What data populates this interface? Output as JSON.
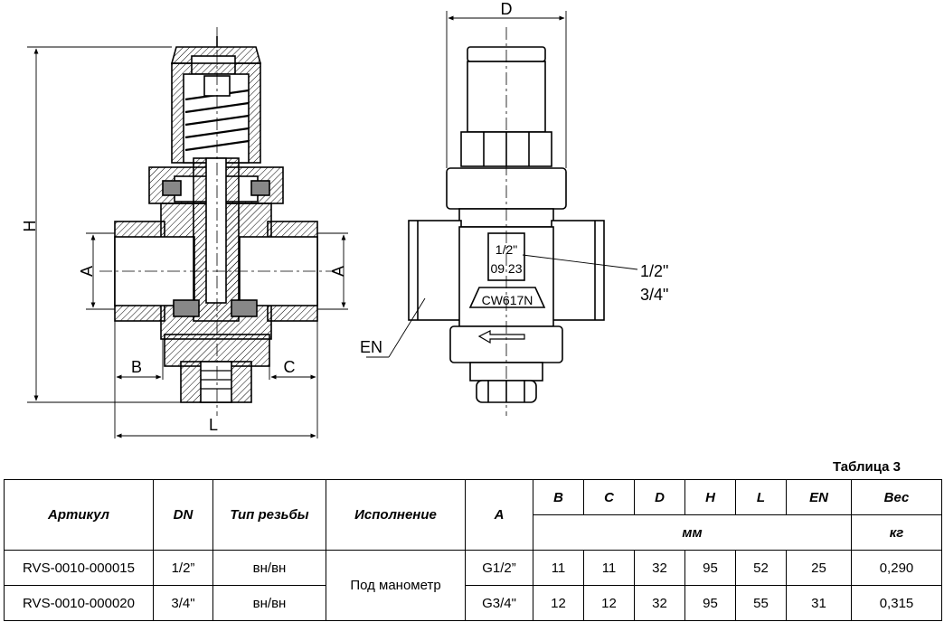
{
  "drawing": {
    "left_view": {
      "dim_H": "H",
      "dim_A_left": "A",
      "dim_A_right": "A",
      "dim_B": "B",
      "dim_C": "C",
      "dim_L": "L"
    },
    "right_view": {
      "dim_D": "D",
      "body_size_mark": "1/2\"",
      "body_date_mark": "09 23",
      "material_mark": "CW617N",
      "callout_size_1": "1/2\"",
      "callout_size_2": "3/4\"",
      "callout_EN": "EN"
    }
  },
  "table": {
    "caption": "Таблица 3",
    "headers": {
      "article": "Артикул",
      "dn": "DN",
      "thread": "Тип резьбы",
      "version": "Исполнение",
      "a": "A",
      "b": "B",
      "c": "C",
      "d": "D",
      "h": "H",
      "l": "L",
      "en": "EN",
      "weight": "Вес",
      "unit_mm": "мм",
      "unit_kg": "кг"
    },
    "version_merged": "Под манометр",
    "rows": [
      {
        "article": "RVS-0010-000015",
        "dn": "1/2”",
        "thread": "вн/вн",
        "a": "G1/2”",
        "b": "11",
        "c": "11",
        "d": "32",
        "h": "95",
        "l": "52",
        "en": "25",
        "weight": "0,290"
      },
      {
        "article": "RVS-0010-000020",
        "dn": "3/4\"",
        "thread": "вн/вн",
        "a": "G3/4\"",
        "b": "12",
        "c": "12",
        "d": "32",
        "h": "95",
        "l": "55",
        "en": "31",
        "weight": "0,315"
      }
    ]
  }
}
